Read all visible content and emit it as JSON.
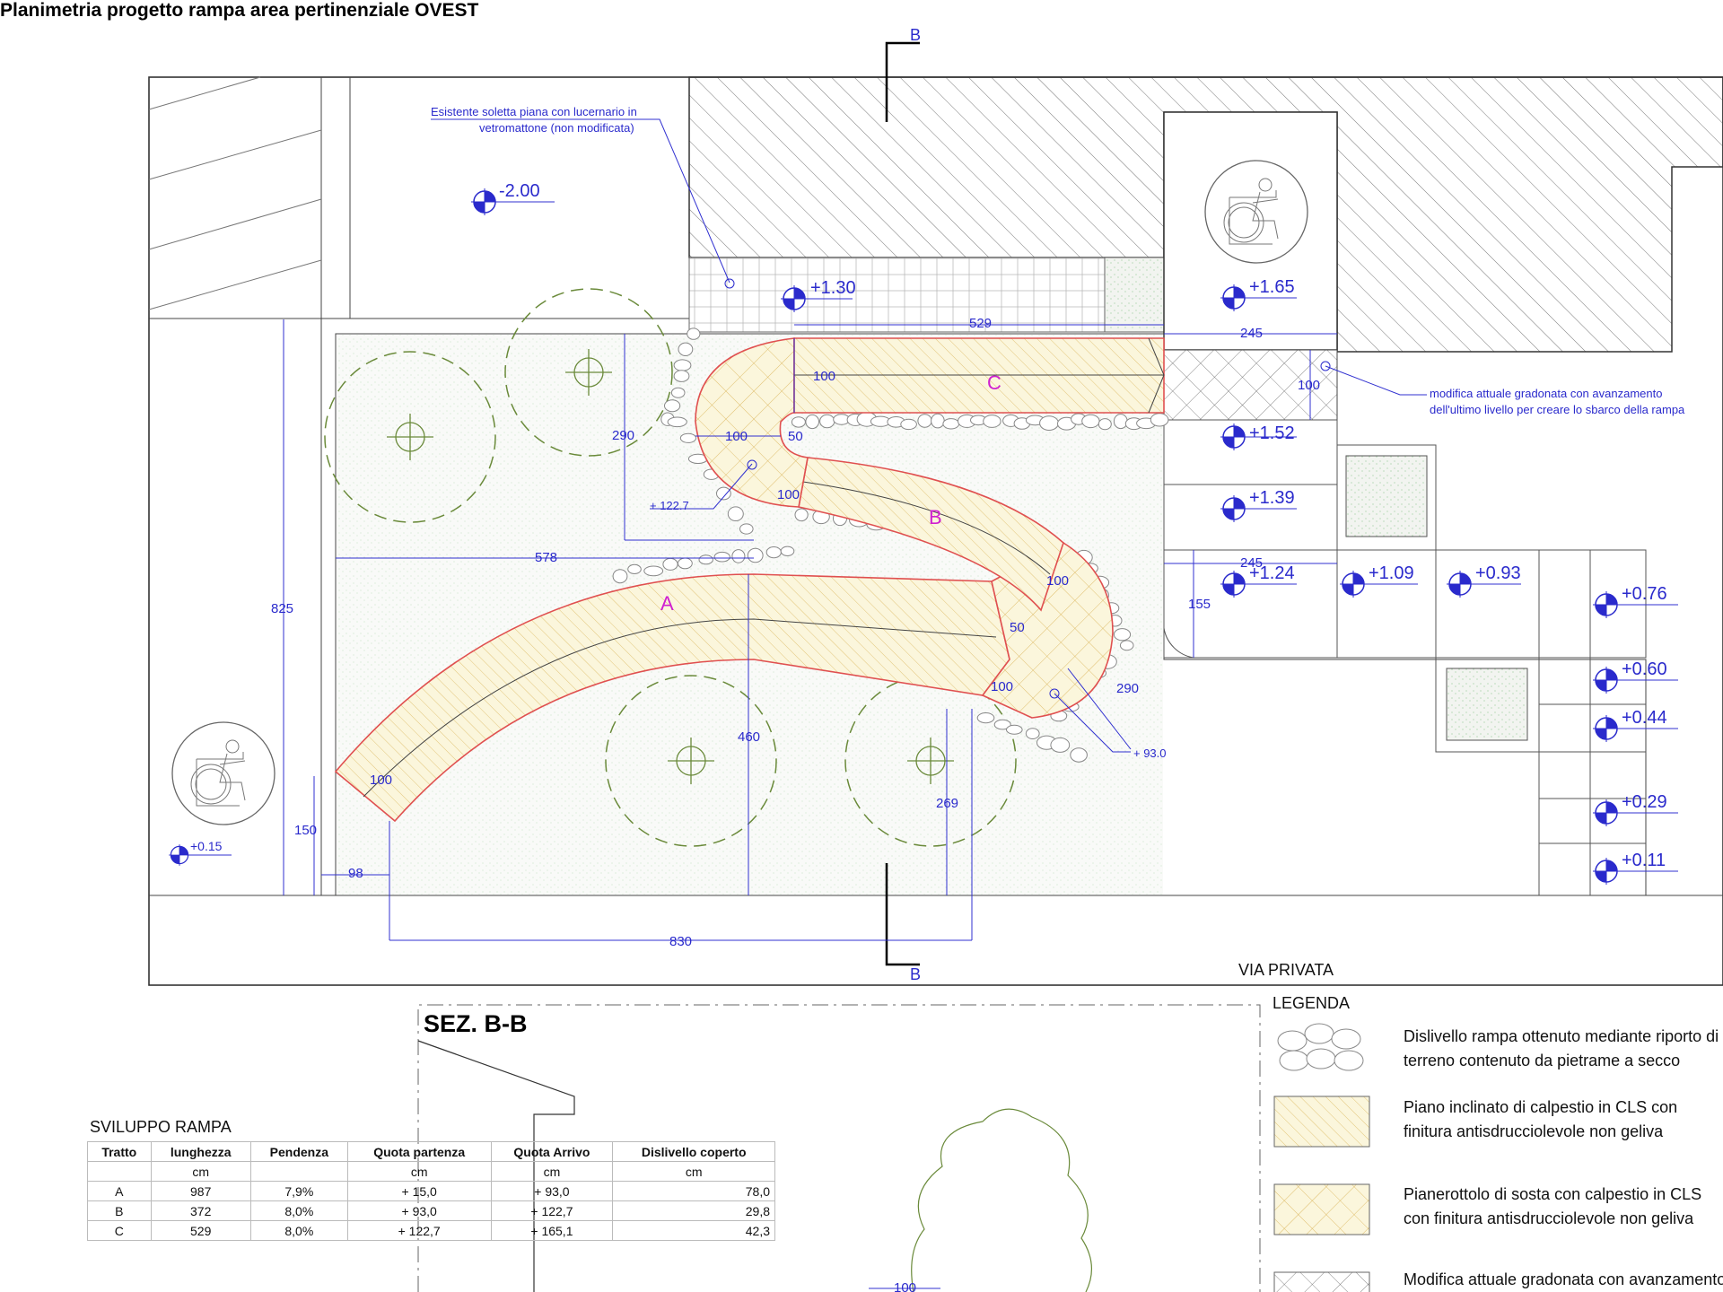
{
  "title": "Planimetria progetto rampa area pertinenziale OVEST",
  "section_marker": "B",
  "annotations": {
    "soletta": [
      "Esistente soletta piana con lucernario in",
      "vetromattone (non modificata)"
    ],
    "modifica": [
      "modifica attuale gradonata con avanzamento",
      "dell'ultimo livello per creare lo sbarco della rampa"
    ],
    "street": "VIA PRIVATA"
  },
  "levels": {
    "l_m200": "-2.00",
    "l_130": "+1.30",
    "l_165": "+1.65",
    "l_152": "+1.52",
    "l_139": "+1.39",
    "l_124": "+1.24",
    "l_109": "+1.09",
    "l_093": "+0.93",
    "l_076": "+0.76",
    "l_060": "+0.60",
    "l_044": "+0.44",
    "l_029": "+0.29",
    "l_011": "+0.11",
    "l_015": "+0.15",
    "q_1227": "+ 122.7",
    "q_930": "+ 93.0"
  },
  "ramp_labels": {
    "a": "A",
    "b": "B",
    "c": "C"
  },
  "dimensions": {
    "d529": "529",
    "d245a": "245",
    "d100_c": "100",
    "d100_side": "100",
    "d290_l": "290",
    "d100_m": "100",
    "d50_a": "50",
    "d100_b": "100",
    "d578": "578",
    "d245b": "245",
    "d155": "155",
    "d100_br": "100",
    "d50_b": "50",
    "d825": "825",
    "d290_r": "290",
    "d100_d": "100",
    "d460": "460",
    "d269": "269",
    "d100_e": "100",
    "d150": "150",
    "d98": "98",
    "d830": "830",
    "d100_sec": "100"
  },
  "section": {
    "title": "SEZ. B-B"
  },
  "sviluppo": {
    "title": "SVILUPPO  RAMPA",
    "headers": [
      "Tratto",
      "lunghezza",
      "Pendenza",
      "Quota partenza",
      "Quota Arrivo",
      "Dislivello coperto"
    ],
    "units": [
      "",
      "cm",
      "",
      "cm",
      "cm",
      "cm"
    ],
    "rows": [
      [
        "A",
        "987",
        "7,9%",
        "+ 15,0",
        "+ 93,0",
        "78,0"
      ],
      [
        "B",
        "372",
        "8,0%",
        "+ 93,0",
        "+ 122,7",
        "29,8"
      ],
      [
        "C",
        "529",
        "8,0%",
        "+ 122,7",
        "+ 165,1",
        "42,3"
      ]
    ]
  },
  "legend": {
    "title": "LEGENDA",
    "items": [
      {
        "lines": [
          "Dislivello rampa ottenuto mediante riporto di",
          "terreno contenuto da  pietrame a secco"
        ]
      },
      {
        "lines": [
          "Piano inclinato di calpestio in  CLS con",
          "finitura antisdrucciolevole non geliva"
        ]
      },
      {
        "lines": [
          "Pianerottolo di sosta con calpestio in  CLS",
          "con finitura antisdrucciolevole non geliva"
        ]
      },
      {
        "lines": [
          "Modifica attuale gradonata con avanzamento"
        ]
      }
    ]
  },
  "colors": {
    "dimension": "#2a2acc",
    "ramp_edge": "#e05050",
    "ramp_fill": "#fbf6dc",
    "ramp_hatch": "#d8b050",
    "label": "#d020d0",
    "tree": "#6a8a3a"
  }
}
